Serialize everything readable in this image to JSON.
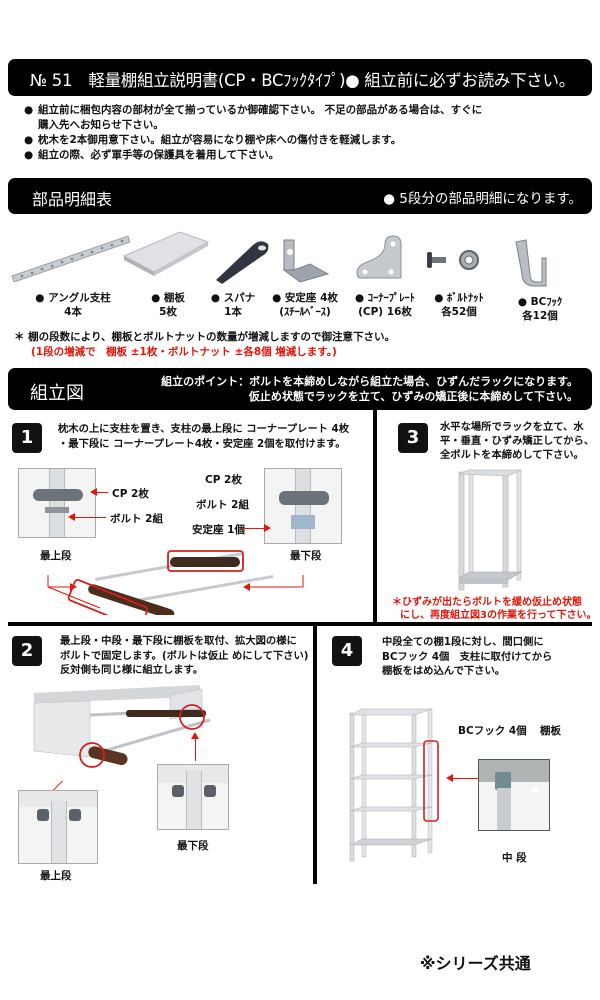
{
  "header": {
    "title": "№ 51　軽量棚組立説明書(CP・BCﾌｯｸﾀｲﾌﾟ)● 組立前に必ずお読み下さい。"
  },
  "notes": [
    {
      "bullet": "●",
      "text": "組立前に梱包内容の部材が全て揃っているか御確認下さい。 不足の部品がある場合は、すぐに"
    },
    {
      "bullet": "",
      "text": "購入先へお知らせ下さい。"
    },
    {
      "bullet": "●",
      "text": "枕木を2本御用意下さい。組立が容易になり棚や床への傷付きを軽減します。"
    },
    {
      "bullet": "●",
      "text": "組立の際、必ず軍手等の保護具を着用して下さい。"
    }
  ],
  "parts_section": {
    "title": "部品明細表",
    "note": "● 5段分の部品明細になります。",
    "items": [
      {
        "name": "● アングル支柱",
        "qty": "4本",
        "icon": "angle-post"
      },
      {
        "name": "● 棚板",
        "qty": "5枚",
        "icon": "shelf-board"
      },
      {
        "name": "● スパナ",
        "qty": "1本",
        "icon": "spanner"
      },
      {
        "name": "● 安定座 4枚",
        "qty": "(ｽﾁｰﾙﾍﾞｰｽ)",
        "icon": "stabilizer-base"
      },
      {
        "name": "● ｺｰﾅｰﾌﾟﾚｰﾄ",
        "qty": "(CP) 16枚",
        "icon": "corner-plate"
      },
      {
        "name": "● ﾎﾞﾙﾄﾅｯﾄ",
        "qty": "各52個",
        "icon": "bolt-nut"
      },
      {
        "name": "● BCﾌｯｸ",
        "qty": "各12個",
        "icon": "bc-hook"
      }
    ],
    "caution": "＊ 棚の段数により、棚板とボルトナットの数量が増減しますので御注意下さい。",
    "caution_red": "(1段の増減で　棚板 ±1枚・ボルトナット ±各8個 増減します。)"
  },
  "assembly_section": {
    "title": "組立図",
    "point_line1": "組立のポイント：ボルトを本締めしながら組立た場合、ひずんだラックになります。",
    "point_line2": "仮止め状態でラックを立て、ひずみの矯正後に本締めして下さい。"
  },
  "steps": {
    "s1": {
      "num": "1",
      "line1": "枕木の上に支柱を置き、支柱の最上段に コーナープレート 4枚",
      "line2": "・最下段に コーナープレート4枚・安定座 2個を取付けます。",
      "labels": {
        "cp_left": "CP 2枚",
        "bolt_left": "ボルト 2組",
        "top": "最上段",
        "cp_right": "CP 2枚",
        "bolt_right": "ボルト 2組",
        "base_right": "安定座 1個",
        "bottom": "最下段"
      }
    },
    "s2": {
      "num": "2",
      "line1": "最上段・中段・最下段に棚板を取付、拡大図の様に",
      "line2": "ボルトで固定します。(ボルトは仮止 めにして下さい)",
      "line3": "反対側も同じ様に組立します。",
      "labels": {
        "top": "最上段",
        "bottom": "最下段"
      }
    },
    "s3": {
      "num": "3",
      "line1": "水平な場所でラックを立て、水",
      "line2": "平・垂直・ひずみ矯正してから、",
      "line3": "全ボルトを本締めして下さい。",
      "red1": "＊ひずみが出たらボルトを緩め仮止め状態",
      "red2": "にし、再度組立図3の作業を行って下さい。"
    },
    "s4": {
      "num": "4",
      "line1": "中段全ての棚1段に対し、間口側に",
      "line2": "BCフック 4個　支柱に取付けてから",
      "line3": "棚板をはめ込んで下さい。",
      "labels": {
        "hook": "BCフック 4個",
        "board": "棚板",
        "middle": "中 段"
      }
    }
  },
  "footer": {
    "text": "※シリーズ共通"
  },
  "colors": {
    "accent_red": "#e3160b",
    "bar_black": "#000000"
  }
}
